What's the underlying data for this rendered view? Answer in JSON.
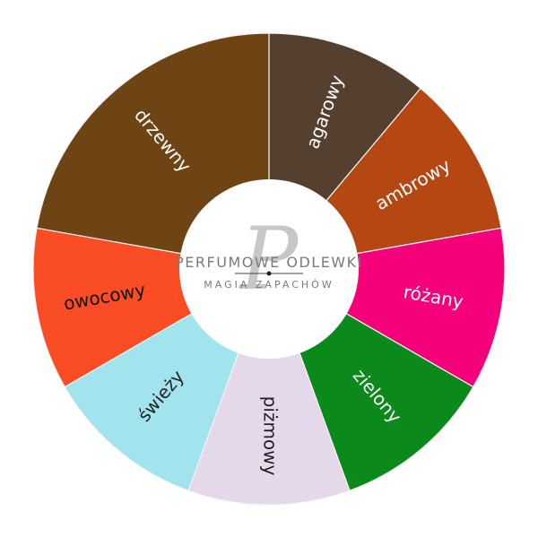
{
  "chart_data": {
    "type": "pie",
    "categories": [
      "agarowy",
      "ambrowy",
      "różany",
      "zielony",
      "piżmowy",
      "świeży",
      "owocowy",
      "drzewny"
    ],
    "values": [
      1,
      1,
      1,
      1,
      1,
      1,
      1,
      2
    ],
    "colors": [
      "#55402f",
      "#b54812",
      "#f5007b",
      "#0c891b",
      "#e4d8ea",
      "#a2e4ed",
      "#fa4d26",
      "#6e4414"
    ],
    "label_colors": [
      "#ffffff",
      "#ffffff",
      "#ffffff",
      "#ffffff",
      "#222222",
      "#222222",
      "#111111",
      "#ffffff"
    ],
    "donut": true,
    "start": "top"
  },
  "logo": {
    "monogram": "P",
    "line1": "PERFUMOWE ODLEWKI",
    "line2": "MAGIA ZAPACHÓW"
  }
}
